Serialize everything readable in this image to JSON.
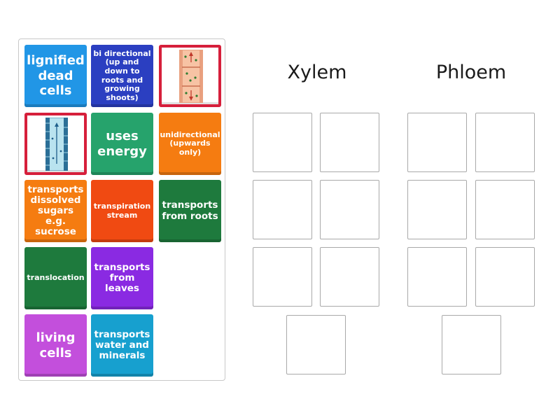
{
  "tray": {
    "cards": [
      {
        "label": "lignified dead cells",
        "color": "#2196e6"
      },
      {
        "label": "bi directional (up and down to roots and growing shoots)",
        "color": "#2b3fc1"
      },
      {
        "image": "phloem-tube-diagram",
        "color": "#d61f3b"
      },
      {
        "image": "xylem-vessel-diagram",
        "color": "#d61f3b"
      },
      {
        "label": "uses energy",
        "color": "#26a36c"
      },
      {
        "label": "unidirectional (upwards only)",
        "color": "#f57c11"
      },
      {
        "label": "transports dissolved sugars e.g. sucrose",
        "color": "#f57c11"
      },
      {
        "label": "transpiration stream",
        "color": "#f04a12"
      },
      {
        "label": "transports from roots",
        "color": "#1e7a3d"
      },
      {
        "label": "translocation",
        "color": "#1e7a3d"
      },
      {
        "label": "transports from leaves",
        "color": "#8a2ae2"
      },
      {
        "label": "living cells",
        "color": "#c34fdc"
      },
      {
        "label": "transports water and minerals",
        "color": "#17a0cf"
      }
    ]
  },
  "groups": [
    {
      "title": "Xylem"
    },
    {
      "title": "Phloem"
    }
  ]
}
